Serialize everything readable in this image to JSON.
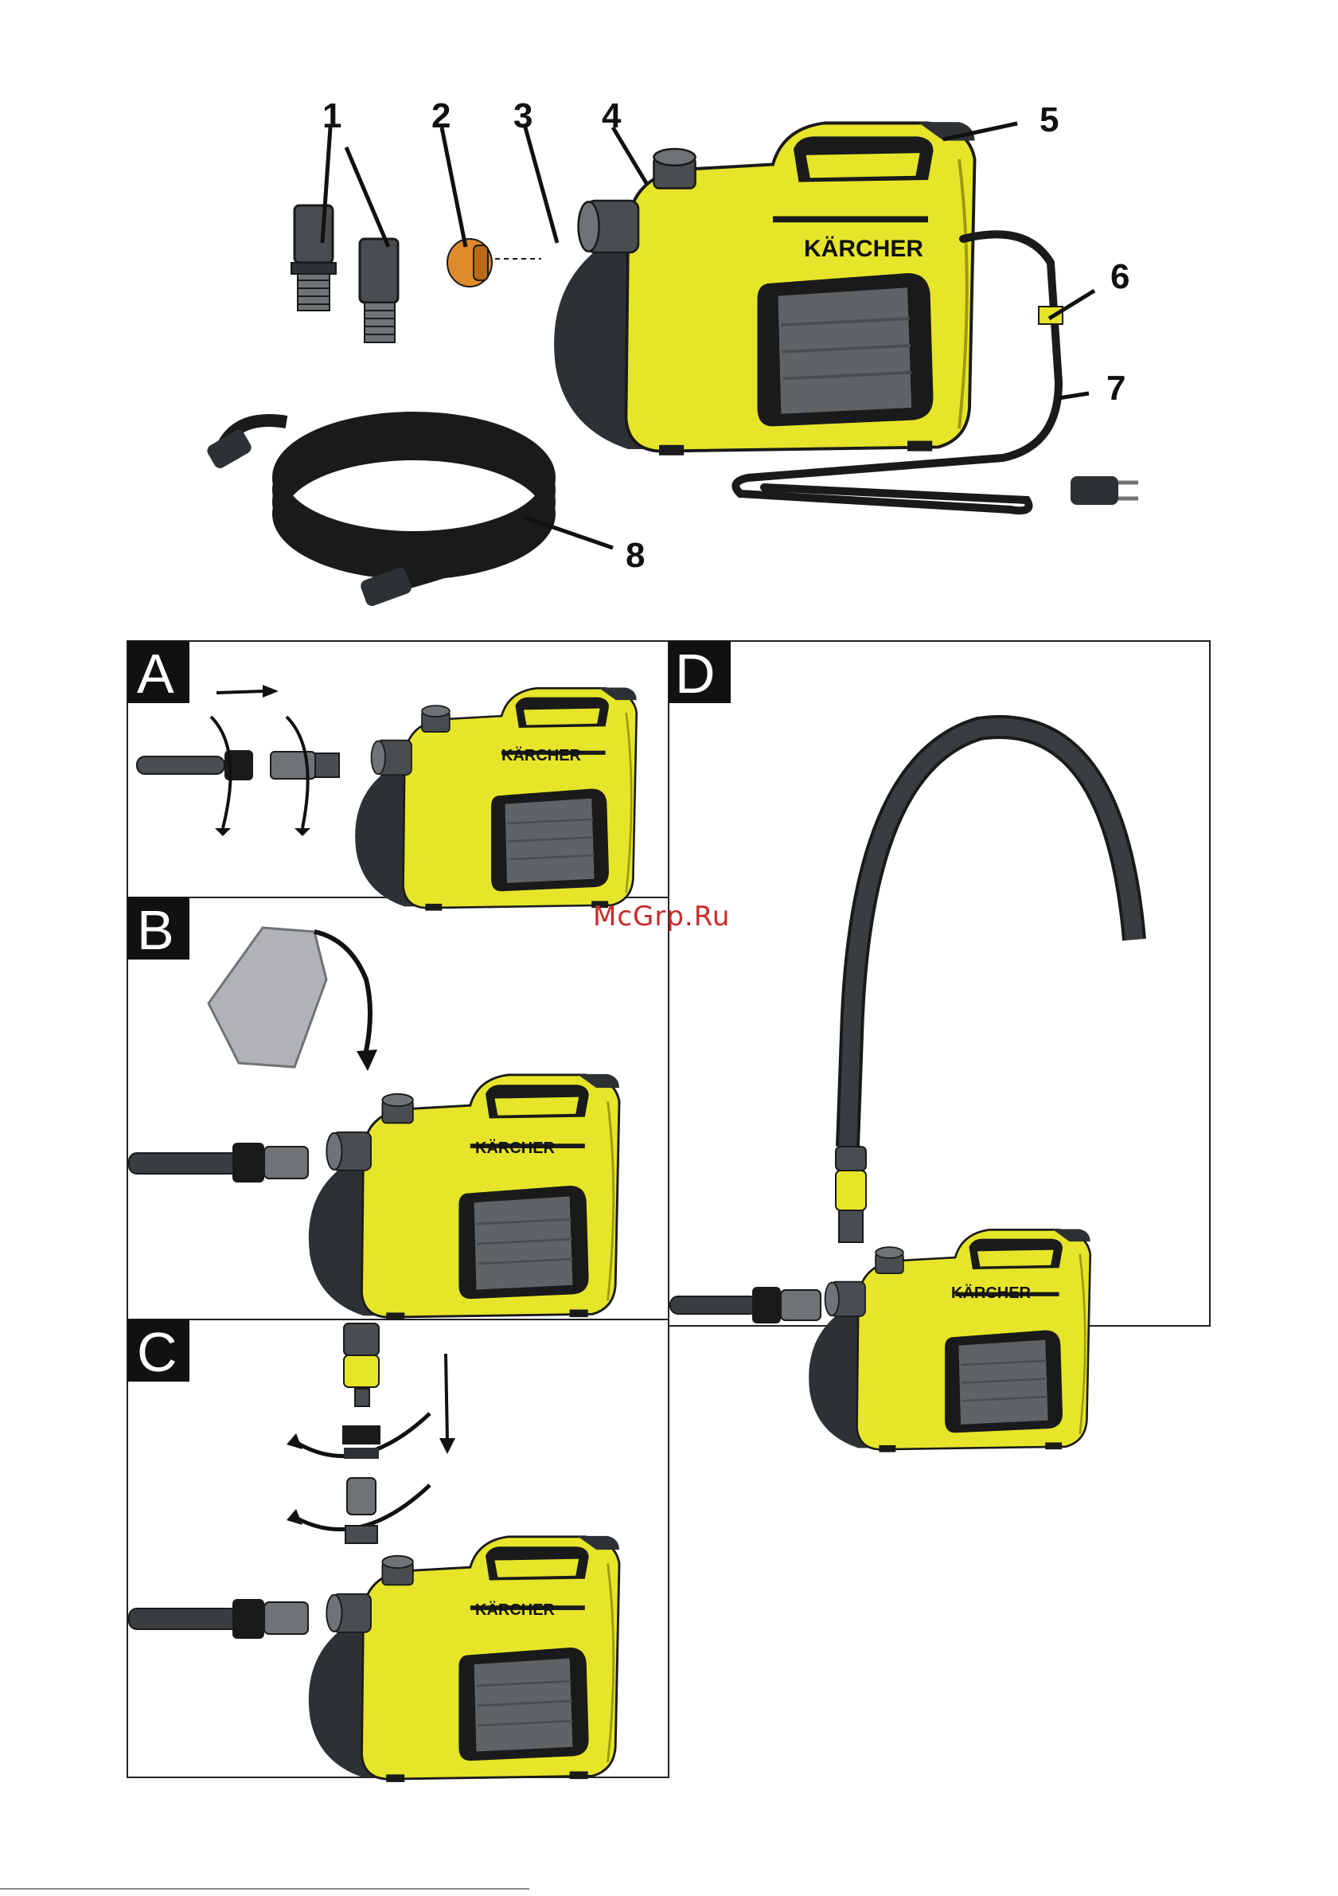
{
  "brand": "KÄRCHER",
  "watermark": "McGrp.Ru",
  "overview": {
    "callouts": [
      "1",
      "2",
      "3",
      "4",
      "5",
      "6",
      "7",
      "8"
    ]
  },
  "panels": {
    "a": "A",
    "b": "B",
    "c": "C",
    "d": "D"
  },
  "colors": {
    "body_yellow": "#e6e52a",
    "dark_grey": "#3c3f42",
    "mid_grey": "#6f7376",
    "black": "#1a1a1a",
    "orange_cap": "#e08a2c",
    "panel_frame": "#222222",
    "watermark_red": "#c92a2a"
  }
}
